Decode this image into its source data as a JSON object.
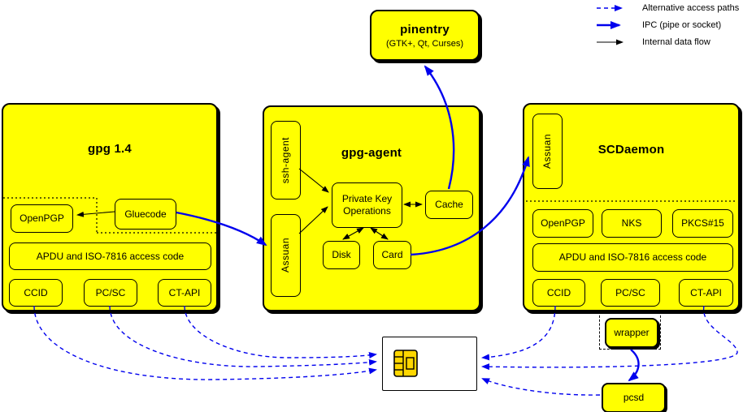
{
  "colors": {
    "box_fill": "#ffff00",
    "line_blue": "#0000ee",
    "line_black": "#000000",
    "chip_gold": "#ffd700"
  },
  "legend": {
    "items": [
      {
        "label": "Alternative access paths",
        "style": "dashed-blue-arrow"
      },
      {
        "label": "IPC (pipe or socket)",
        "style": "thick-blue-arrow"
      },
      {
        "label": "Internal data flow",
        "style": "thin-black-arrow"
      }
    ]
  },
  "pinentry": {
    "title": "pinentry",
    "subtitle": "(GTK+, Qt, Curses)"
  },
  "gpg14": {
    "title": "gpg 1.4",
    "openpgp": "OpenPGP",
    "gluecode": "Gluecode",
    "apdu": "APDU and ISO-7816 access code",
    "ccid": "CCID",
    "pcsc": "PC/SC",
    "ctapi": "CT-API"
  },
  "gpg_agent": {
    "title": "gpg-agent",
    "ssh_agent": "ssh-agent",
    "assuan": "Assuan",
    "pko_line1": "Private Key",
    "pko_line2": "Operations",
    "cache": "Cache",
    "disk": "Disk",
    "card": "Card"
  },
  "scdaemon": {
    "title": "SCDaemon",
    "assuan": "Assuan",
    "openpgp": "OpenPGP",
    "nks": "NKS",
    "pkcs15": "PKCS#15",
    "apdu": "APDU and ISO-7816 access code",
    "ccid": "CCID",
    "pcsc": "PC/SC",
    "ctapi": "CT-API"
  },
  "wrapper": {
    "label": "wrapper"
  },
  "pcsd": {
    "label": "pcsd"
  }
}
